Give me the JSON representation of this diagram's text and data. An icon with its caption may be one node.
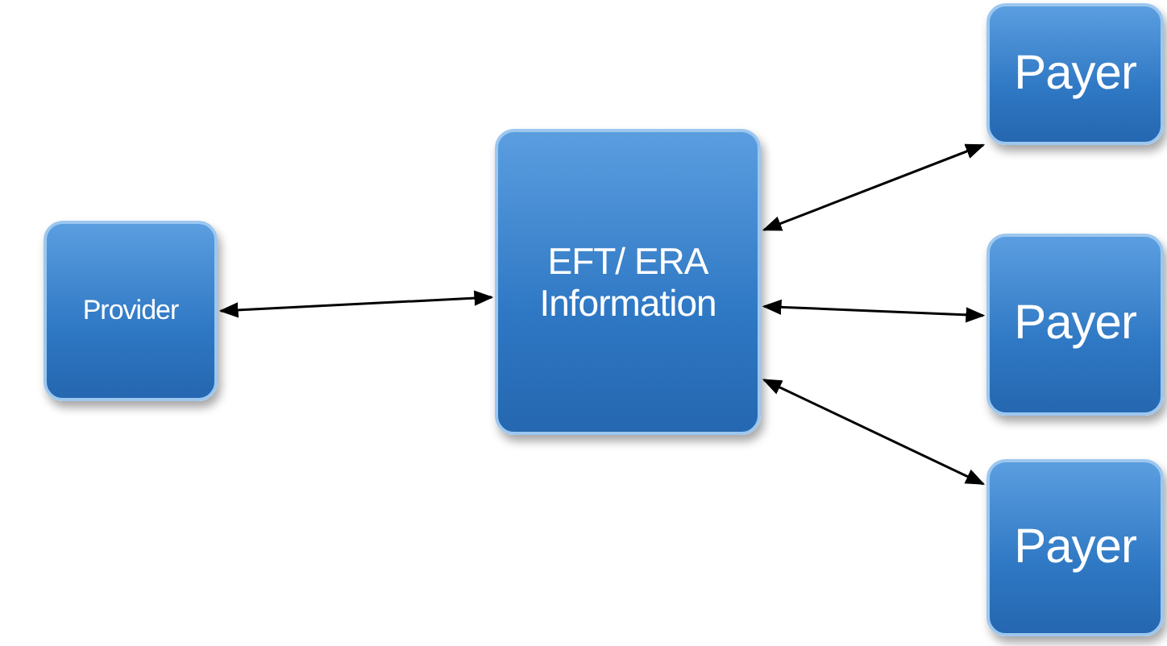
{
  "diagram": {
    "nodes": [
      {
        "text": [
          "Provider"
        ]
      },
      {
        "text": [
          "EFT/ ERA Information"
        ]
      },
      {
        "text": [
          "Payer"
        ]
      },
      {
        "text": [
          "Payer"
        ]
      },
      {
        "text": [
          "Payer"
        ]
      }
    ],
    "edges": [
      {
        "from": 0,
        "to": 1,
        "arrow": "both"
      },
      {
        "from": 1,
        "to": 2,
        "arrow": "both"
      },
      {
        "from": 1,
        "to": 3,
        "arrow": "both"
      },
      {
        "from": 1,
        "to": 4,
        "arrow": "both"
      }
    ]
  }
}
